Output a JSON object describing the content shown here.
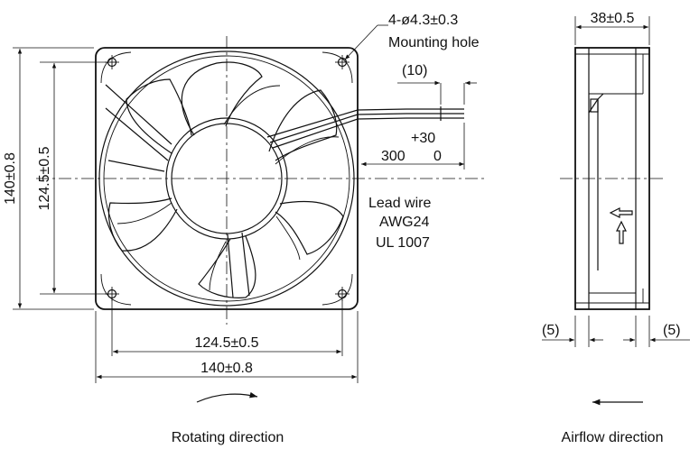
{
  "labels": {
    "mounting_spec": "4-ø4.3±0.3",
    "mounting_hole": "Mounting hole",
    "lead_tip": "(10)",
    "lead_tol": "+30",
    "lead_length": "300",
    "lead_tol_low": "0",
    "lead_wire": "Lead wire",
    "awg": "AWG24",
    "ul": "UL 1007",
    "height_outer": "140±0.8",
    "height_inner": "124.5±0.5",
    "width_inner": "124.5±0.5",
    "width_outer": "140±0.8",
    "depth": "38±0.5",
    "flange_left": "(5)",
    "flange_right": "(5)",
    "rotating_direction": "Rotating direction",
    "airflow_direction": "Airflow direction"
  }
}
